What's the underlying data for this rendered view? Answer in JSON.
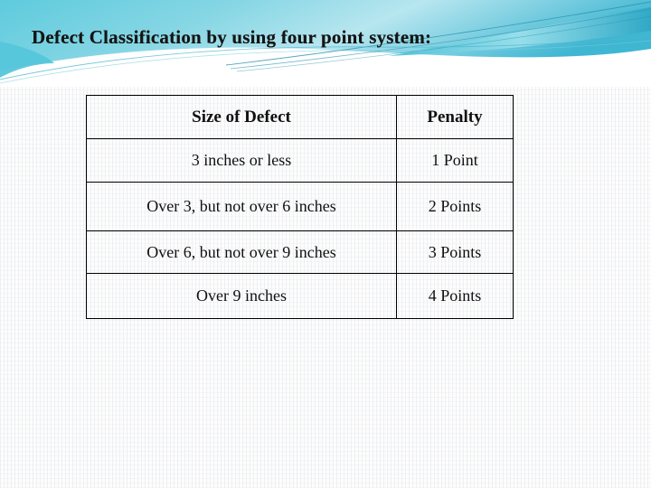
{
  "slide": {
    "title": "Defect Classification  by using four point system:",
    "background_color": "#fdfdfd",
    "accent_color": "#41bcd4",
    "accent_dark_color": "#1f8fa8",
    "text_color": "#151515",
    "border_color": "#000000"
  },
  "decoration": {
    "name": "teal-swoosh-header-band",
    "colors": [
      "#7fd3e0",
      "#41bcd4",
      "#2aa6c4",
      "#1f8fa8",
      "#ffffff"
    ]
  },
  "table": {
    "caption": "Defect Classification by using four point system",
    "columns": [
      "Size of Defect",
      "Penalty"
    ],
    "rows": [
      {
        "size": "3 inches or less",
        "penalty": "1 Point"
      },
      {
        "size": "Over 3, but not over 6 inches",
        "penalty": "2 Points"
      },
      {
        "size": "Over 6, but not over 9 inches",
        "penalty": "3 Points"
      },
      {
        "size": "Over 9 inches",
        "penalty": "4 Points"
      }
    ]
  }
}
